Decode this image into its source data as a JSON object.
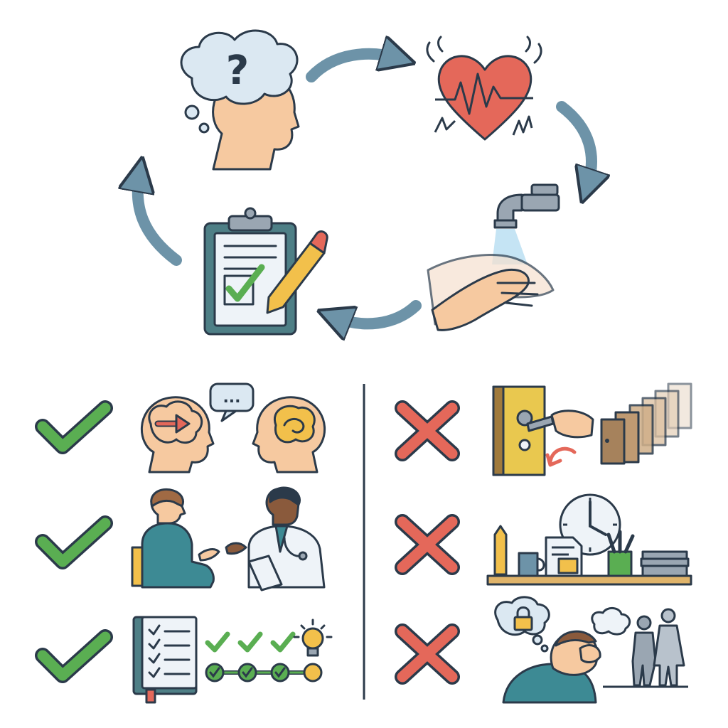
{
  "colors": {
    "outline": "#2b3a4a",
    "arrow": "#6d93a8",
    "check": "#5aae52",
    "cross": "#e4685a",
    "skin": "#f6c9a0",
    "heart": "#e4685a",
    "cloud": "#dbe8f2",
    "clipboard": "#4e7f86",
    "paper": "#eef3f8",
    "pencil": "#f2c04b",
    "door": "#e9c84f",
    "desk": "#e0b46a",
    "shirt": "#3d8a94",
    "bulb": "#f2c04b"
  },
  "cycle": [
    {
      "name": "worry-thought",
      "icon": "question-mark-head-icon",
      "glyph": "?"
    },
    {
      "name": "anxiety-response",
      "icon": "racing-heart-icon"
    },
    {
      "name": "compulsion",
      "icon": "hand-washing-icon"
    },
    {
      "name": "checking",
      "icon": "clipboard-check-icon"
    }
  ],
  "helpful": [
    {
      "name": "cognitive-restructuring",
      "icon": "talking-heads-icon",
      "glyph": "..."
    },
    {
      "name": "therapy-session",
      "icon": "therapist-patient-icon"
    },
    {
      "name": "step-by-step-exposure",
      "icon": "progress-steps-icon"
    }
  ],
  "unhelpful": [
    {
      "name": "repeated-checking",
      "icon": "door-lock-checking-icon"
    },
    {
      "name": "excessive-ordering",
      "icon": "arranged-desk-clock-icon"
    },
    {
      "name": "avoidance-isolation",
      "icon": "isolated-person-icon"
    }
  ]
}
